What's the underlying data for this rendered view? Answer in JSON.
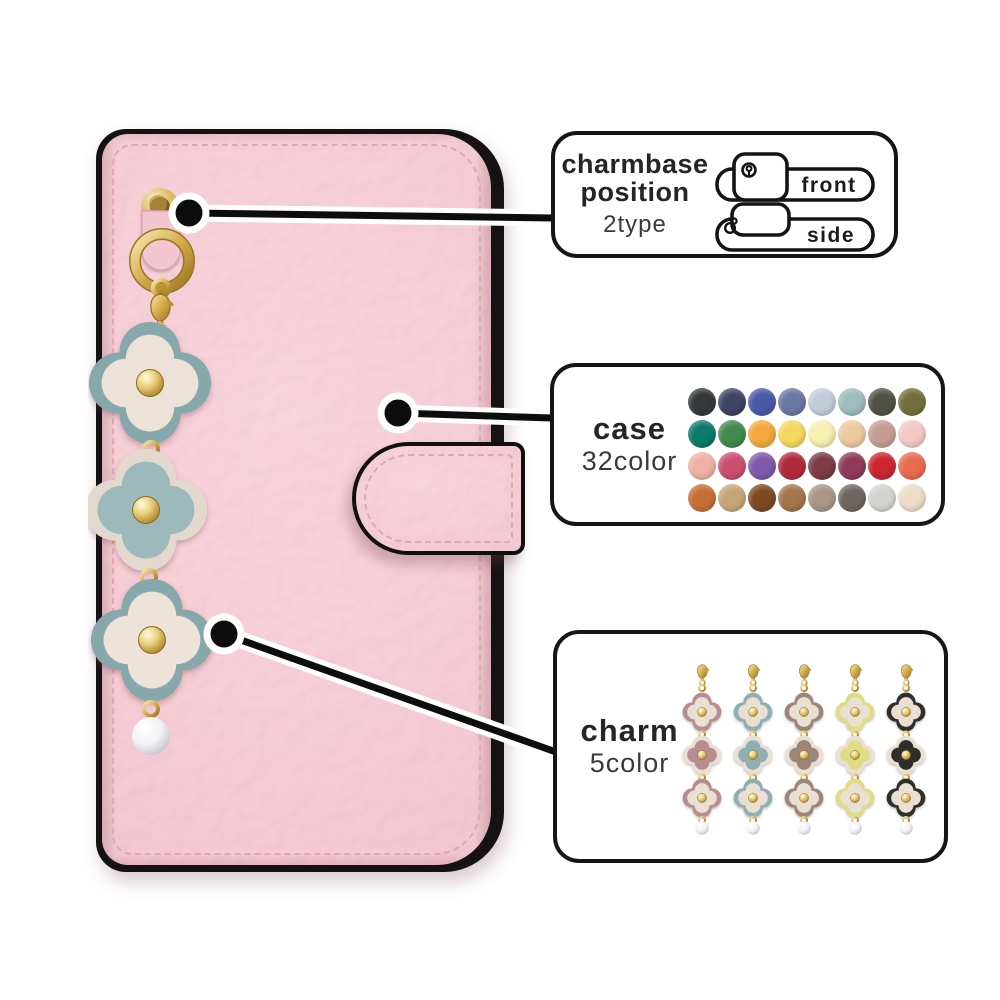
{
  "diagram": {
    "charmbase_box": {
      "title_line1": "charmbase",
      "title_line2": "position",
      "subtitle": "2type",
      "options": [
        {
          "label": "front"
        },
        {
          "label": "side"
        }
      ]
    },
    "case_box": {
      "title": "case",
      "subtitle": "32color"
    },
    "charm_box": {
      "title": "charm",
      "subtitle": "5color"
    }
  },
  "colors": {
    "case_pink": "#f5ccd5",
    "outline_black": "#161616",
    "gold": "#cfa84b",
    "charm_teal": "#8fb0b3",
    "charm_cream": "#e9dfd3",
    "stitch_pink": "#e2a7b4"
  },
  "case_swatches": [
    "#35393a",
    "#3c4464",
    "#4a59a8",
    "#6b77a5",
    "#c2cddb",
    "#9fbcbe",
    "#4f5244",
    "#71703a",
    "#0c7a6a",
    "#42894c",
    "#f2a93b",
    "#f5d75e",
    "#f7eeb2",
    "#ecca9f",
    "#c49d92",
    "#f3cac3",
    "#edb2a5",
    "#c94f70",
    "#8159ab",
    "#b02c3a",
    "#7c3b45",
    "#8e3a59",
    "#cd2531",
    "#e96b51",
    "#c76f33",
    "#c7a676",
    "#7c4a23",
    "#a3764c",
    "#a99687",
    "#6e6560",
    "#d5d3d0",
    "#eddcc8"
  ],
  "charm_variants": [
    {
      "name": "dusty-pink",
      "outer": "#b78d93"
    },
    {
      "name": "teal",
      "outer": "#8fb0b3"
    },
    {
      "name": "taupe",
      "outer": "#9c8677"
    },
    {
      "name": "yellow",
      "outer": "#dfdc85"
    },
    {
      "name": "black",
      "outer": "#2f2d2b"
    }
  ]
}
